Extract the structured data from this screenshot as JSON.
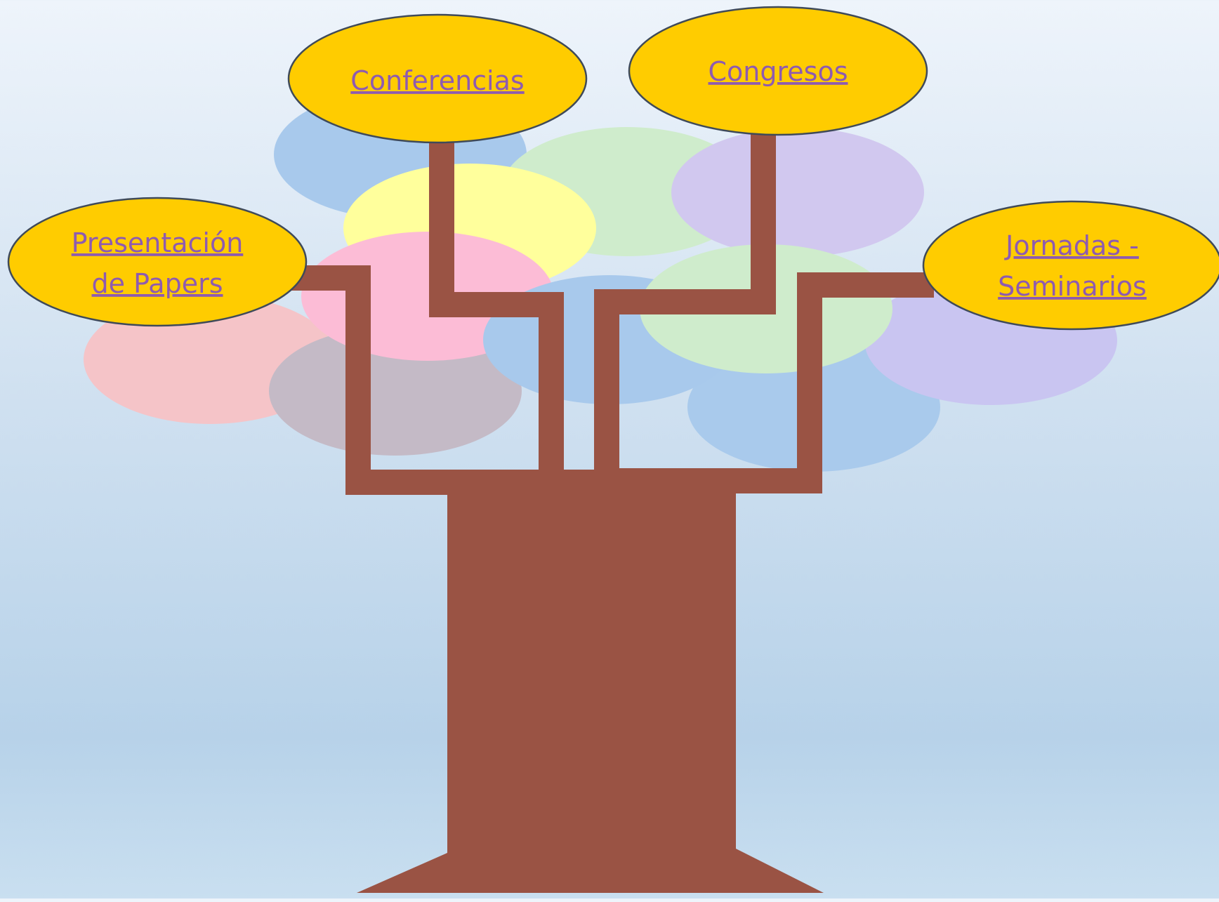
{
  "colors": {
    "trunk": "#9a5344",
    "node_fill": "#ffcc00",
    "node_stroke": "#3f4a59",
    "link_text": "#8e5bb0",
    "canopy": [
      "#a8c9ec",
      "#cfeccc",
      "#d1c8ef",
      "#ffff9c",
      "#f5c4c8",
      "#c4bac6",
      "#a9caec",
      "#c9c5f1",
      "#fcbcd6",
      "#a8c9ec",
      "#cfeccc"
    ]
  },
  "nodes": {
    "papers": {
      "line1": "Presentación",
      "line2": "de Papers"
    },
    "conferencias": {
      "label": "Conferencias"
    },
    "congresos": {
      "label": "Congresos"
    },
    "jornadas": {
      "line1": "Jornadas -",
      "line2": "Seminarios"
    }
  }
}
